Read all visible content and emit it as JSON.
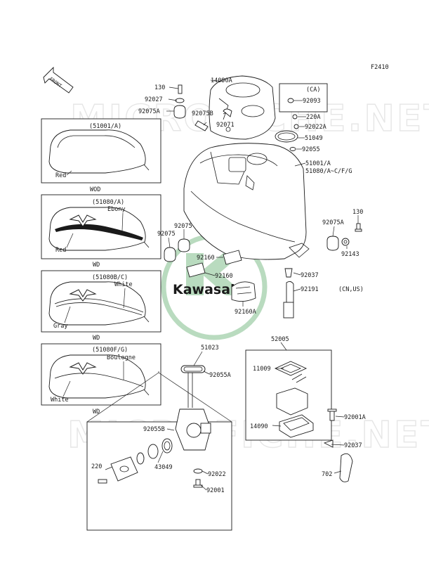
{
  "header": {
    "figure_code": "F2410",
    "front_arrow_label": "FRONT"
  },
  "watermarks": {
    "top": "MICROFICHE.NET",
    "bottom": "MICROFICHE.NET",
    "logo_text": "Kawasaki"
  },
  "variant_boxes": [
    {
      "code": "(51001/A)",
      "name": "",
      "color": "Red",
      "caption": "WOD"
    },
    {
      "code": "(51080/A)",
      "name": "Ebony",
      "color": "Red",
      "caption": "WD"
    },
    {
      "code": "(51080B/C)",
      "name": "White",
      "color": "Gray",
      "caption": "WD"
    },
    {
      "code": "(51080F/G)",
      "name": "Boulogne",
      "color": "White",
      "caption": "WD"
    }
  ],
  "callouts": {
    "p130_top": "130",
    "p14090A": "14090A",
    "p92027": "92027",
    "p92075A_top": "92075A",
    "p92075B": "92075B",
    "p92071": "92071",
    "ca": "(CA)",
    "p92093": "92093",
    "p220A": "220A",
    "p92022A": "92022A",
    "p51049": "51049",
    "p92055": "92055",
    "p51001A": "51001/A",
    "p51080": "51080/A~C/F/G",
    "p92075_a": "92075",
    "p92075_b": "92075",
    "p92160_a": "92160",
    "p92160_b": "92160",
    "p92160A": "92160A",
    "p92075A_right": "92075A",
    "p130_right": "130",
    "p92143": "92143",
    "p92037_top": "92037",
    "p92191": "92191",
    "cn_us": "(CN,US)",
    "p51023": "51023",
    "p92055A": "92055A",
    "p92055B": "92055B",
    "p43049": "43049",
    "p220": "220",
    "p92022": "92022",
    "p92001": "92001",
    "p52005": "52005",
    "p11009": "11009",
    "p14090": "14090",
    "p92001A": "92001A",
    "p92037_bottom": "92037",
    "p702": "702"
  }
}
